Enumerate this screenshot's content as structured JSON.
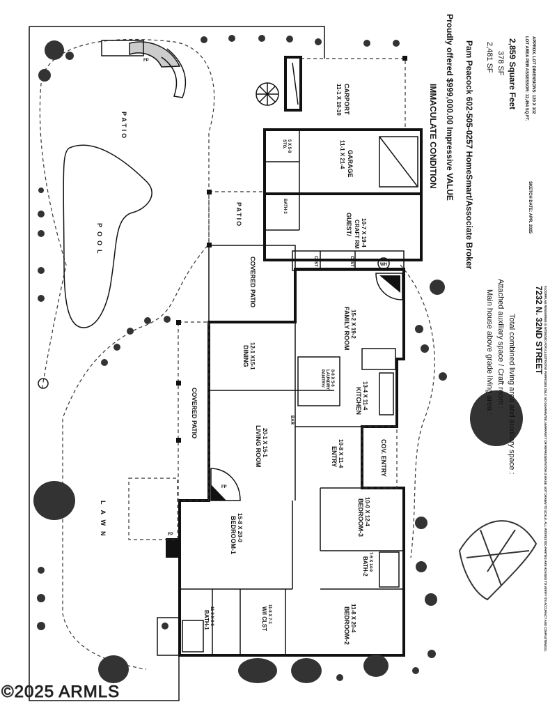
{
  "address": "7232 N. 32ND STREET",
  "labels": {
    "patio_top": "PATIO",
    "pool": "POOL",
    "patio_mid": "PATIO",
    "covered_patio": "COVERED PATIO",
    "covered_patio_2": "COVERED PATIO",
    "lawn": "LAWN",
    "fp": "FP",
    "bar": "BAR",
    "wh": "WH",
    "clst": "CLST"
  },
  "rooms": {
    "carport": {
      "name": "CARPORT",
      "dims": "11-1 X 19-10"
    },
    "garage": {
      "name": "GARAGE",
      "dims": "11-1 X 21-4"
    },
    "stg": {
      "name": "STG.",
      "dims": "5 X 5-8"
    },
    "bath3": {
      "name": "BATH-3"
    },
    "guest": {
      "name": "GUEST/",
      "name2": "CRAFT RM",
      "dims": "10-7 X 19-4"
    },
    "family": {
      "name": "FAMILY ROOM",
      "dims": "15-2 X 19-2"
    },
    "dining": {
      "name": "DINING",
      "dims": "12-1 X15-1"
    },
    "pantry": {
      "name": "PANTRY/",
      "name2": "LAUNDRY",
      "dims": "8-8 X 5-6"
    },
    "kitchen": {
      "name": "KITCHEN",
      "dims": "13-4 X 11-4"
    },
    "living": {
      "name": "LIVING ROOM",
      "dims": "20-1 X 15-1"
    },
    "entry": {
      "name": "ENTRY",
      "dims": "10-8 X 11-4"
    },
    "cov_entry": {
      "name": "COV. ENTRY"
    },
    "bedroom1": {
      "name": "BEDROOM-1",
      "dims": "15-8 X 20-0"
    },
    "bedroom3": {
      "name": "BEDROOM-3",
      "dims": "10-0 X 12-4"
    },
    "bath2": {
      "name": "BATH-2",
      "dims": "7-5 X 14-9"
    },
    "bath1": {
      "name": "BATH-1",
      "dims": "11-8 X 9-8"
    },
    "wi_clst": {
      "name": "W/I CLST",
      "dims": "11-8 X 7-3"
    },
    "bedroom2": {
      "name": "BEDROOM-2",
      "dims": "11-8 X 20-4"
    }
  },
  "listing": {
    "headline": "IMMACULATE CONDITION",
    "price_line": "Proudly offered  $999,000.00  Impressive VALUE",
    "agent_line": "Pam Peacock 602-505-0257  HomeSmart/Associate Broker"
  },
  "areas": [
    {
      "label": "Main house above grade living area :",
      "value": "2,481 SF"
    },
    {
      "label": "Attached auxiliary space / Craft room :",
      "value": "378 SF"
    },
    {
      "label": "Total combined living area and auxiliary space :",
      "value": "2,859 Square Feet"
    }
  ],
  "lot": {
    "assessor_line": "LOT AREA PER ASSESSOR:  12,454 SQ.FT.",
    "dims_line": "APPROX. LOT DIMENSIONS:  120 X 102"
  },
  "sketch_date": "SKETCH DATE:  APR. 2025",
  "disclaimer_1": "FLOORPLAN RENDERING IS INTENDED FOR ILLUSTRATIVE PURPOSES ONLY. NO GUARANTEE, WARRANTY OR REPRESENTATION IS MADE. NOT DRAWN TO SCALE. ALL INTERESTED PARTIES ARE ADVISED TO VERIFY ITS ACCURACY AND COMPLETENESS.",
  "watermark": "©2025 ARMLS"
}
